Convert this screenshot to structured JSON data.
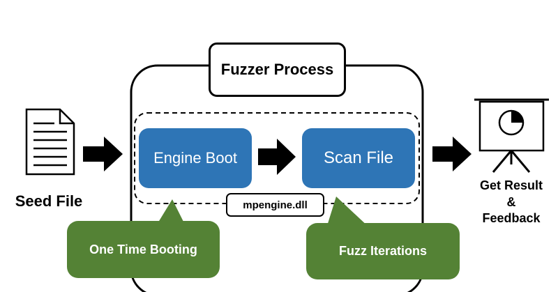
{
  "process": {
    "title": "Fuzzer Process"
  },
  "input": {
    "label": "Seed File",
    "icon": "document-icon"
  },
  "steps": [
    {
      "label": "Engine Boot"
    },
    {
      "label": "Scan File"
    }
  ],
  "module": {
    "label": "mpengine.dll"
  },
  "callouts": [
    {
      "label": "One Time Booting"
    },
    {
      "label": "Fuzz Iterations"
    }
  ],
  "output": {
    "line1": "Get Result",
    "line2": "&",
    "line3": "Feedback",
    "icon": "presentation-chart-icon"
  },
  "colors": {
    "step": "#2e75b6",
    "callout": "#548235",
    "stroke": "#000000"
  }
}
